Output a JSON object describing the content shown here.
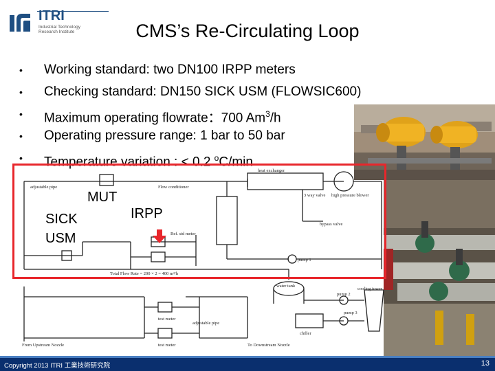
{
  "logo": {
    "name": "ITRI",
    "subtitle": "Industrial Technology Research Institute"
  },
  "slide": {
    "title": "CMS’s Re-Circulating Loop",
    "bullets": [
      {
        "text": "Working standard: two DN100 IRPP meters"
      },
      {
        "text": "Checking standard: DN150 SICK USM (FLOWSIC600)"
      },
      {
        "prefix": "Maximum operating flowrate：700 Am",
        "sup": "3",
        "suffix": "/h"
      },
      {
        "text": "Operating pressure range: 1 bar to 50 bar"
      },
      {
        "prefix": "Temperature variation : < 0.2 ",
        "sup": "o",
        "suffix": "C/min"
      }
    ]
  },
  "diagram": {
    "labels": {
      "mut": "MUT",
      "sick": "SICK",
      "usm": "USM",
      "irpp": "IRPP"
    },
    "small_labels": {
      "heat_exchanger": "heat exchanger",
      "adjustable_pipe": "adjustable pipe",
      "flow_conditioner": "Flow conditioner",
      "three_way_valve": "3 way valve",
      "high_pressure_blower": "high pressure blower",
      "bypass_valve": "bypass valve",
      "reference_meter": "Ref. std meter",
      "pump1": "pump 1",
      "total_flow": "Total Flow Rate = 200 × 2 = 400 m³/h",
      "water_tank": "water tank",
      "pump2": "pump 2",
      "cooling_tower": "cooling tower",
      "pump3": "pump 3",
      "chiller": "chiller",
      "test_meter": "test meter",
      "adjustable_pipe_2": "adjustable pipe",
      "from_upstream": "From Upstream Nozzle",
      "to_downstream": "To Downstream Nozzle"
    }
  },
  "colors": {
    "accent_red": "#e8262b",
    "footer_blue": "#0a2f6e",
    "logo_blue": "#1f4f82"
  },
  "footer": {
    "copyright": "Copyright 2013 ITRI 工業技術研究院",
    "page": "13"
  }
}
